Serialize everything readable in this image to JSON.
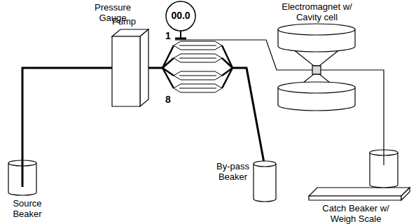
{
  "diagram": {
    "nodes": [
      {
        "text": [
          "Pressure Gauge",
          "00.0"
        ]
      },
      {
        "text": [
          "Electromagnet w/ Cavity cell"
        ]
      },
      {
        "text": [
          "Pump"
        ]
      },
      {
        "text": [
          "Source Beaker"
        ]
      },
      {
        "text": [
          "By-pass Beaker"
        ]
      },
      {
        "text": [
          "Catch Beaker w/ Weigh Scale"
        ]
      }
    ],
    "edges": [
      {
        "from": 3,
        "to": 2,
        "arrow": "none"
      },
      {
        "from": 1,
        "to": 5,
        "arrow": "none"
      }
    ],
    "labels": [
      "1",
      "8"
    ]
  }
}
